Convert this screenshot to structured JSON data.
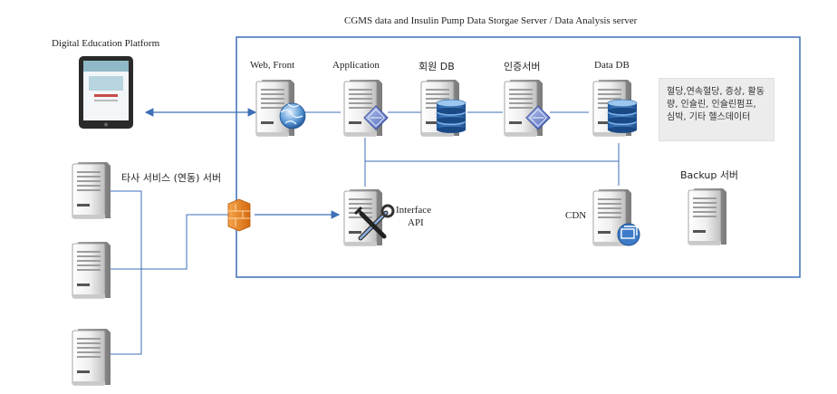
{
  "title": "CGMS data and Insulin Pump Data Storgae Server / Data Analysis server",
  "nodes": {
    "platform": "Digital Education Platform",
    "web_front": "Web, Front",
    "application": "Application",
    "member_db": "회원 DB",
    "auth_server": "인증서버",
    "data_db": "Data DB",
    "external": "타사 서비스 (연동) 서버",
    "interface_api_line1": "Interface",
    "interface_api_line2": "API",
    "cdn": "CDN",
    "backup": "Backup 서버"
  },
  "data_note": "혈당,연속혈당, 증상, 활동량, 인슐린, 인슐린펌프, 심박, 기타 헬스데이터",
  "colors": {
    "line": "#3e6fb8",
    "server_light": "#f4f4f4",
    "server_dark": "#9a9a9a",
    "db_blue": "#2f6db5",
    "firewall": "#f08a24"
  },
  "icons": [
    "tablet-icon",
    "server-icon",
    "globe-icon",
    "database-icon",
    "tools-icon",
    "firewall-icon",
    "stack-icon"
  ]
}
